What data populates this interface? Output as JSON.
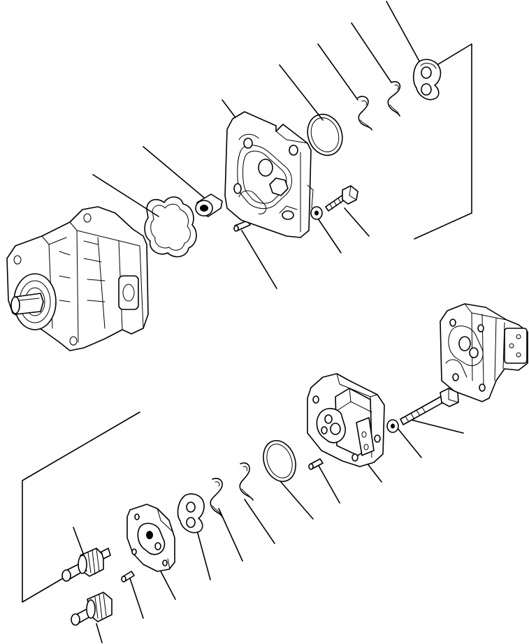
{
  "drawing": {
    "kind": "exploded-view",
    "line_color": "#000000",
    "background_color": "#ffffff",
    "parts": [
      "pump-body",
      "seal-ring",
      "bushing",
      "dowel-pin",
      "plate",
      "o-ring",
      "backup-ring",
      "snap-ring",
      "washer",
      "bolt",
      "gear-shaft",
      "rear-pump-section",
      "middle-section-housing"
    ]
  }
}
